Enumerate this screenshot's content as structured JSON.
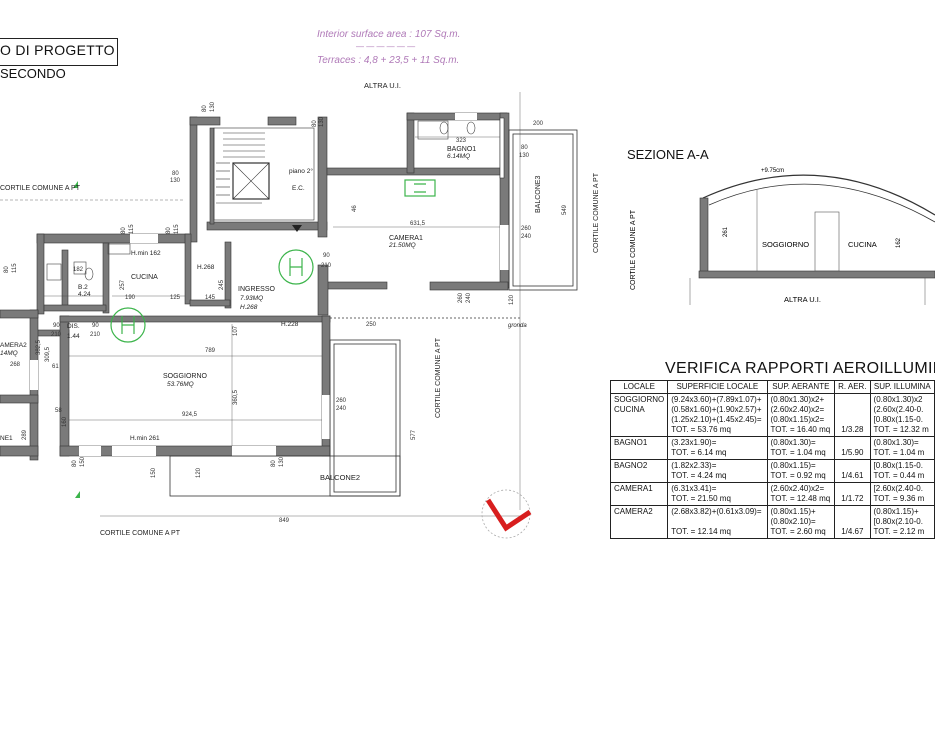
{
  "header": {
    "title": "O DI PROGETTO",
    "subtitle": "SECONDO",
    "interior_area": "Interior surface area : 107 Sq.m.",
    "dashes": "— — — — — —",
    "terraces": "Terraces :  4,8 + 23,5 + 11 Sq.m."
  },
  "rooms": {
    "bagno1": {
      "name": "BAGNO1",
      "area": "6.14MQ"
    },
    "camera1": {
      "name": "CAMERA1",
      "area": "21.50MQ"
    },
    "cucina": {
      "name": "CUCINA",
      "hmin": "H.min 162"
    },
    "ingresso": {
      "name": "INGRESSO",
      "area": "7.93MQ",
      "height": "H.268"
    },
    "h268": "H.268",
    "h228": "H.228",
    "soggiorno": {
      "name": "SOGGIORNO",
      "area": "53.76MQ",
      "hmin": "H.min 261"
    },
    "b2": {
      "name": "B.2",
      "area": "4.24"
    },
    "dis": {
      "name": "DIS.",
      "area": "1.44"
    },
    "camera2": {
      "name": "AMERA2",
      "area": "14MQ"
    },
    "bagno_partial": "NE1",
    "stair": {
      "floor": "piano 2°",
      "ec": "E.C."
    }
  },
  "labels": {
    "altra_ui": "ALTRA U.I.",
    "cortile_pt": "CORTILE COMUNE A PT",
    "balcone2": "BALCONE2",
    "balcone3": "BALCONE3",
    "gronda": "gronda"
  },
  "dims": {
    "d80": "80",
    "d130": "130",
    "d115": "115",
    "d200": "200",
    "d323": "323",
    "d6315": "631,5",
    "d260": "260",
    "d240": "240",
    "d549": "549",
    "d90": "90",
    "d210": "210",
    "d190": "190",
    "d125": "125",
    "d145": "145",
    "d257": "257",
    "d245": "245",
    "d107": "107",
    "d789": "789",
    "d3605": "360,5",
    "d9245": "924,5",
    "d250": "250",
    "d120": "120",
    "d150": "150",
    "d849": "849",
    "d577": "577",
    "d3825": "382,5",
    "d3095": "309,5",
    "d268": "268",
    "d58": "58",
    "d61": "61",
    "d160": "160",
    "d182": "182",
    "d55": "55",
    "d46": "46",
    "d289": "289"
  },
  "section": {
    "title": "SEZIONE A-A",
    "height_mark": "+9.75cm",
    "soggiorno": "SOGGIORNO",
    "cucina": "CUCINA",
    "altra_ui": "ALTRA U.I.",
    "cortile": "CORTILE COMUNE A PT",
    "h261": "261",
    "h162": "162"
  },
  "verifica": {
    "title": "VERIFICA RAPPORTI AEROILLUMINAN",
    "headers": [
      "LOCALE",
      "SUPERFICIE LOCALE",
      "SUP. AERANTE",
      "R. AER.",
      "SUP. ILLUMINA"
    ],
    "rows": [
      {
        "locale": "SOGGIORNO\nCUCINA",
        "superficie": "(9.24x3.60)+(7.89x1.07)+\n(0.58x1.60)+(1.90x2.57)+\n(1.25x2.10)+(1.45x2.45)=\nTOT. = 53.76 mq",
        "aerante": "(0.80x1.30)x2+\n(2.60x2.40)x2=\n(0.80x1.15)x2=\nTOT. = 16.40 mq",
        "ratio": "1/3.28",
        "illum": "(0.80x1.30)x2\n(2.60x(2.40-0.\n[0.80x(1.15-0.\nTOT. = 12.32 m"
      },
      {
        "locale": "BAGNO1",
        "superficie": "(3.23x1.90)=\nTOT. = 6.14 mq",
        "aerante": "(0.80x1.30)=\nTOT. = 1.04 mq",
        "ratio": "1/5.90",
        "illum": "(0.80x1.30)=\nTOT. = 1.04 m"
      },
      {
        "locale": "BAGNO2",
        "superficie": "(1.82x2.33)=\nTOT. = 4.24 mq",
        "aerante": "(0.80x1.15)=\nTOT. = 0.92 mq",
        "ratio": "1/4.61",
        "illum": "[0.80x(1.15-0.\nTOT. = 0.44 m"
      },
      {
        "locale": "CAMERA1",
        "superficie": "(6.31x3.41)=\nTOT. = 21.50 mq",
        "aerante": "(2.60x2.40)x2=\nTOT. = 12.48 mq",
        "ratio": "1/1.72",
        "illum": "[2.60x(2.40-0.\nTOT. = 9.36 m"
      },
      {
        "locale": "CAMERA2",
        "superficie": "(2.68x3.82)+(0.61x3.09)=\n\nTOT. = 12.14 mq",
        "aerante": "(0.80x1.15)+\n(0.80x2.10)=\nTOT. = 2.60 mq",
        "ratio": "1/4.67",
        "illum": "(0.80x1.15)+\n[0.80x(2.10-0.\nTOT. = 2.12 m"
      }
    ]
  },
  "colors": {
    "accent_green": "#3cb44b",
    "north_red": "#d81e1e",
    "purple": "#b07ab8",
    "wall": "#7a7a7a"
  }
}
